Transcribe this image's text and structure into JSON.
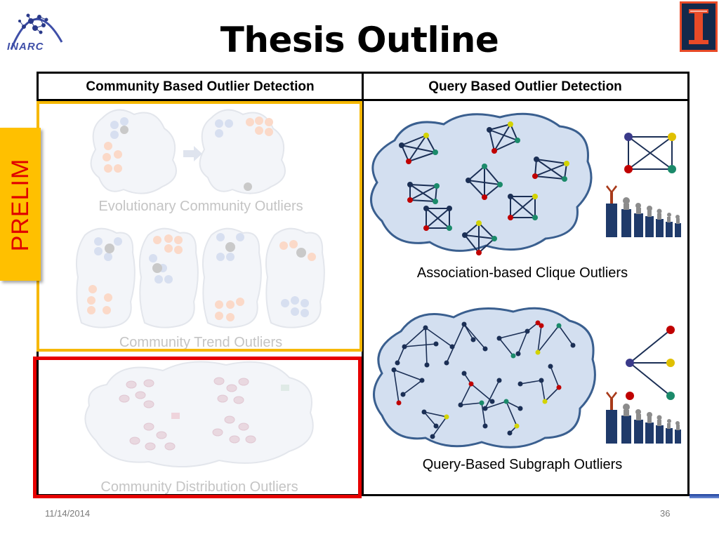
{
  "slide": {
    "title": "Thesis Outline",
    "logo_text": "INARC",
    "prelim_label": "PRELIM",
    "footer_date": "11/14/2014",
    "footer_page": "36"
  },
  "table": {
    "left_header": "Community Based Outlier Detection",
    "right_header": "Query Based Outlier Detection",
    "left_items": [
      "Evolutionary Community  Outliers",
      "Community Trend Outliers",
      "Community Distribution Outliers"
    ],
    "right_items": [
      "Association-based Clique Outliers",
      "Query-Based Subgraph Outliers"
    ]
  },
  "colors": {
    "prelim_border": "#f6b800",
    "prelim_tab": "#ffc000",
    "prelim_text": "#e00000",
    "distribution_border": "#e60000",
    "cloud_fill": "#d3dff0",
    "cloud_stroke": "#3a5f8f",
    "faded_text": "#c4c4c4"
  }
}
